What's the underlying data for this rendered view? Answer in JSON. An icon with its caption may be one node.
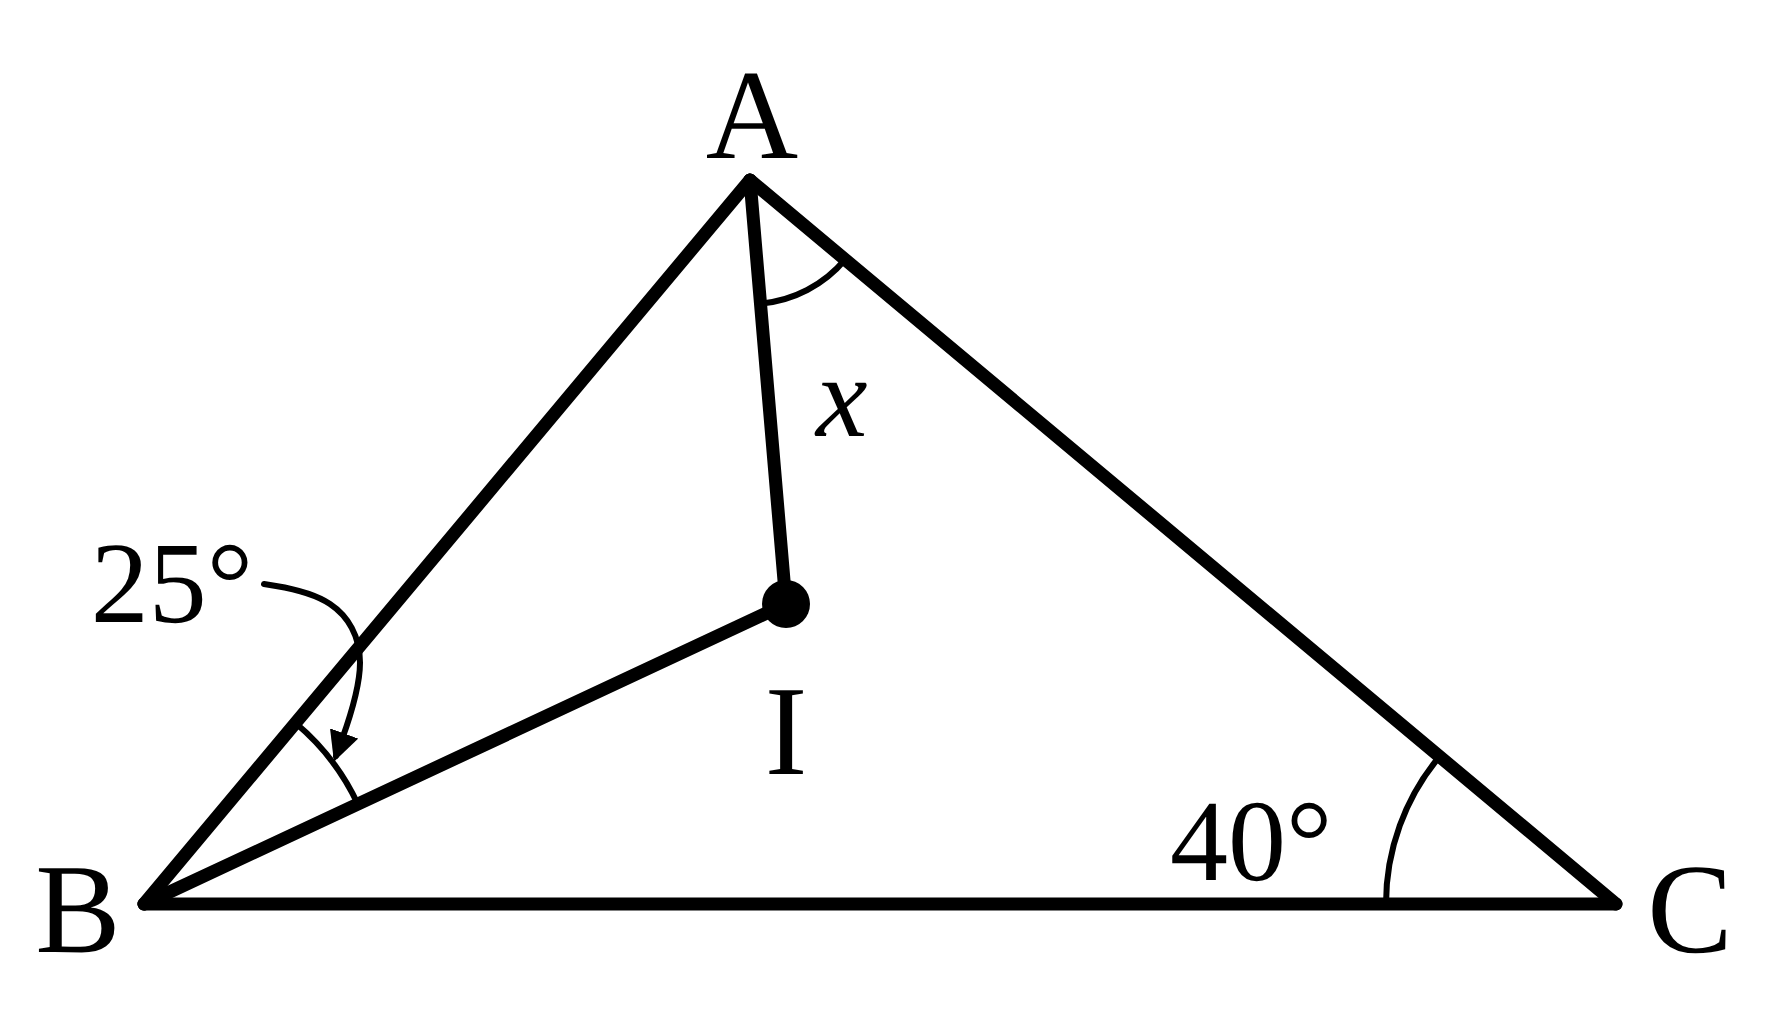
{
  "diagram": {
    "nodes": [
      {
        "text": [
          "A"
        ]
      },
      {
        "text": [
          "B"
        ]
      },
      {
        "text": [
          "C"
        ]
      },
      {
        "text": [
          "I"
        ]
      },
      {
        "text": [
          "25°"
        ]
      },
      {
        "text": [],
        "shape": "arc"
      }
    ],
    "edges": [
      {
        "from": 0,
        "to": 1,
        "arrow": "none"
      },
      {
        "from": 0,
        "to": 2,
        "arrow": "none"
      },
      {
        "from": 1,
        "to": 2,
        "arrow": "none"
      },
      {
        "from": 0,
        "to": 3,
        "arrow": "none"
      },
      {
        "from": 1,
        "to": 3,
        "arrow": "none"
      },
      {
        "from": 4,
        "to": 5,
        "arrow": "to"
      }
    ],
    "labels": [
      "x",
      "40°"
    ]
  }
}
